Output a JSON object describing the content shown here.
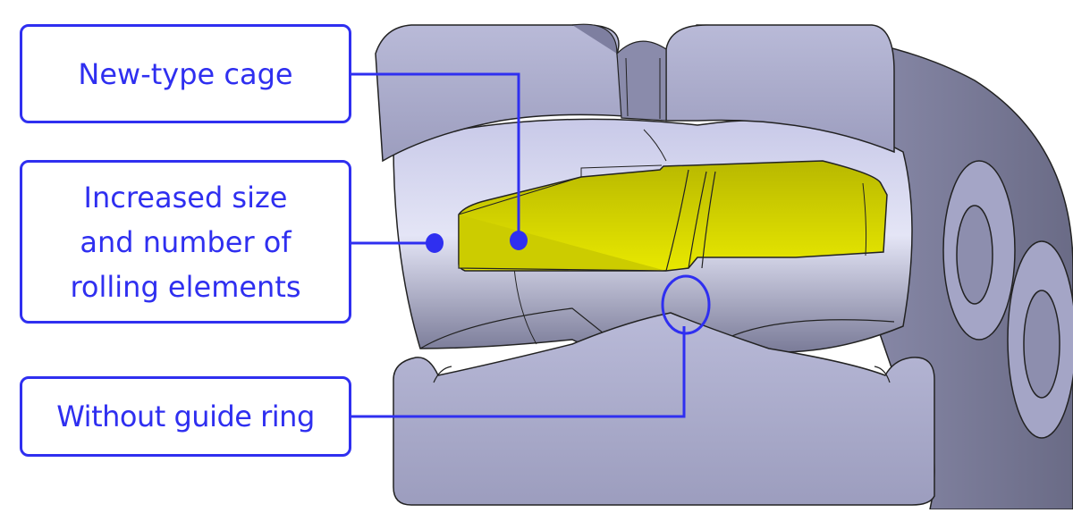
{
  "diagram": {
    "subject": "spherical roller bearing cross-section",
    "colors": {
      "annotation": "#2f2ff0",
      "cage": "#d4d400",
      "steel_light": "#b7b8d6",
      "steel_mid": "#a2a3c4",
      "steel_dark": "#6c6d88",
      "background": "#ffffff"
    },
    "callouts": [
      {
        "id": "cage",
        "label": "New-type cage",
        "target": "cage (yellow part)"
      },
      {
        "id": "rolling",
        "lines": [
          "Increased size",
          "and number of",
          "rolling elements"
        ],
        "target": "rollers and cage"
      },
      {
        "id": "guide",
        "label": "Without guide ring",
        "target": "center region between rollers (circled)"
      }
    ]
  }
}
